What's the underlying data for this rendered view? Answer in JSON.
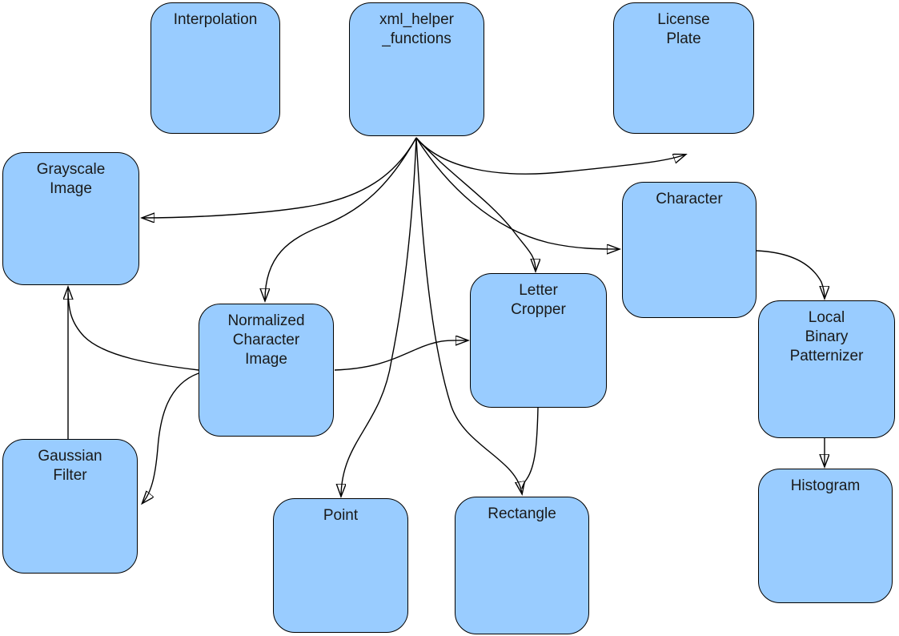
{
  "diagram": {
    "nodes": [
      {
        "id": "interpolation",
        "label": "Interpolation"
      },
      {
        "id": "xml_helper_functions",
        "label": "xml_helper\n_functions"
      },
      {
        "id": "license_plate",
        "label": "License\nPlate"
      },
      {
        "id": "grayscale_image",
        "label": "Grayscale\nImage"
      },
      {
        "id": "character",
        "label": "Character"
      },
      {
        "id": "normalized_character_image",
        "label": "Normalized\nCharacter\nImage"
      },
      {
        "id": "letter_cropper",
        "label": "Letter\nCropper"
      },
      {
        "id": "local_binary_patternizer",
        "label": "Local\nBinary\nPatternizer"
      },
      {
        "id": "gaussian_filter",
        "label": "Gaussian\nFilter"
      },
      {
        "id": "point",
        "label": "Point"
      },
      {
        "id": "rectangle",
        "label": "Rectangle"
      },
      {
        "id": "histogram",
        "label": "Histogram"
      }
    ],
    "edges": [
      {
        "from": "xml_helper_functions",
        "to": "license_plate"
      },
      {
        "from": "xml_helper_functions",
        "to": "grayscale_image"
      },
      {
        "from": "xml_helper_functions",
        "to": "normalized_character_image"
      },
      {
        "from": "xml_helper_functions",
        "to": "character"
      },
      {
        "from": "xml_helper_functions",
        "to": "letter_cropper"
      },
      {
        "from": "xml_helper_functions",
        "to": "point"
      },
      {
        "from": "xml_helper_functions",
        "to": "rectangle"
      },
      {
        "from": "normalized_character_image",
        "to": "grayscale_image"
      },
      {
        "from": "normalized_character_image",
        "to": "gaussian_filter"
      },
      {
        "from": "normalized_character_image",
        "to": "letter_cropper"
      },
      {
        "from": "gaussian_filter",
        "to": "grayscale_image"
      },
      {
        "from": "letter_cropper",
        "to": "rectangle"
      },
      {
        "from": "character",
        "to": "local_binary_patternizer"
      },
      {
        "from": "local_binary_patternizer",
        "to": "histogram"
      }
    ],
    "colors": {
      "node_fill": "#99CCFF",
      "node_border": "#000000",
      "edge": "#000000",
      "background": "#FFFFFF"
    }
  }
}
